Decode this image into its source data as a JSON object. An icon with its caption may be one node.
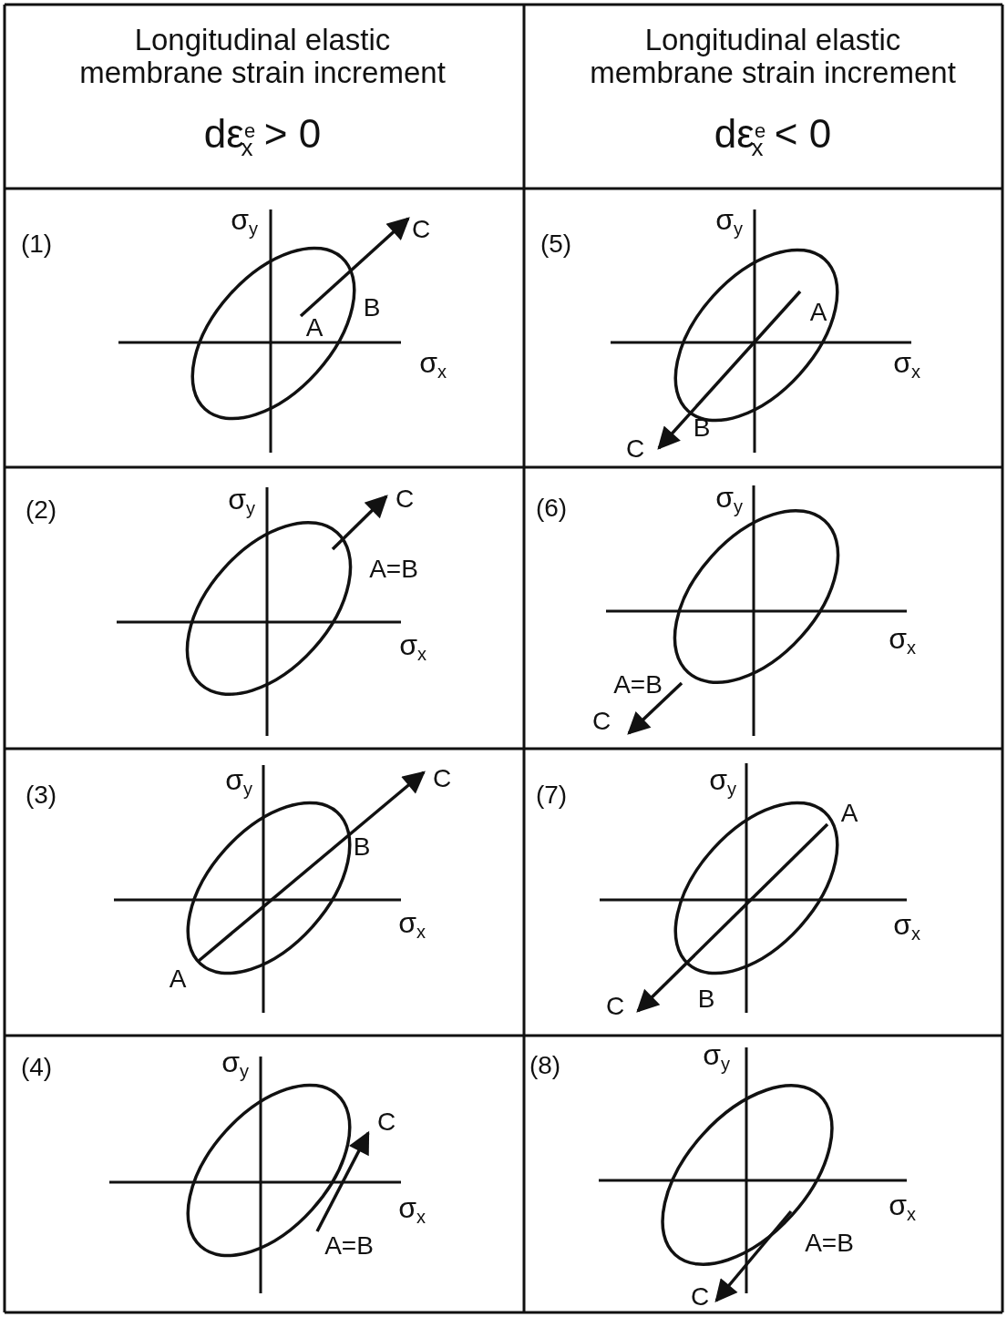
{
  "diagram": {
    "labels": [
      "Longitudinal elastic membrane strain increment",
      "dε$^{e}$$_{x}$ > 0",
      "Longitudinal elastic membrane strain increment",
      "dε$^{e}$$_{x}$ < 0",
      "(1)",
      "σ$_{y}$",
      "C",
      "B",
      "A",
      "σ$_{x}$",
      "(5)",
      "σ$_{y}$",
      "A",
      "σ$_{x}$",
      "C",
      "B",
      "(2)",
      "σ$_{y}$",
      "C",
      "A=B",
      "σ$_{x}$",
      "(6)",
      "σ$_{y}$",
      "σ$_{x}$",
      "A=B",
      "C",
      "(3)",
      "σ$_{y}$",
      "C",
      "B",
      "σ$_{x}$",
      "A",
      "(7)",
      "σ$_{y}$",
      "A",
      "σ$_{x}$",
      "C",
      "B",
      "(4)",
      "σ$_{y}$",
      "C",
      "σ$_{x}$",
      "A=B",
      "(8)",
      "σ$_{y}$",
      "σ$_{x}$",
      "A=B",
      "C"
    ]
  }
}
